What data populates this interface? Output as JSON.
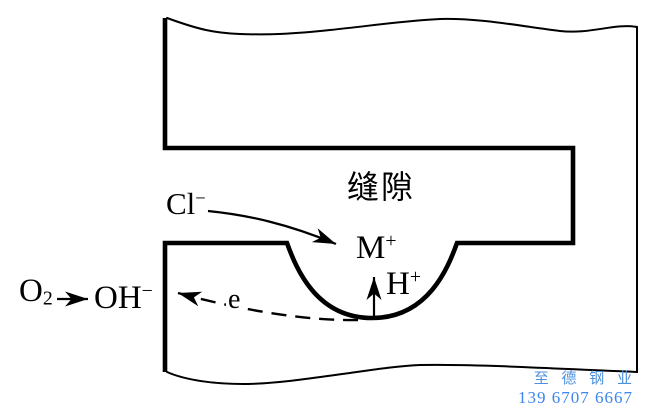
{
  "diagram": {
    "type": "crevice-corrosion-schematic",
    "crevice_label": "缝隙",
    "chloride": {
      "base": "Cl",
      "sup": "−"
    },
    "metal_ion": {
      "base": "M",
      "sup": "+"
    },
    "hydrogen_ion": {
      "base": "H",
      "sup": "+"
    },
    "oxygen": {
      "base": "O",
      "sub": "2"
    },
    "hydroxide": {
      "base": "OH",
      "sup": "−"
    },
    "electron": "e"
  },
  "watermark": {
    "company": "至 德 钢 业",
    "phone": "139 6707 6667",
    "company_color": "#4e90dd",
    "phone_color": "#3d86ee"
  },
  "colors": {
    "line": "#000000",
    "background": "#ffffff"
  }
}
